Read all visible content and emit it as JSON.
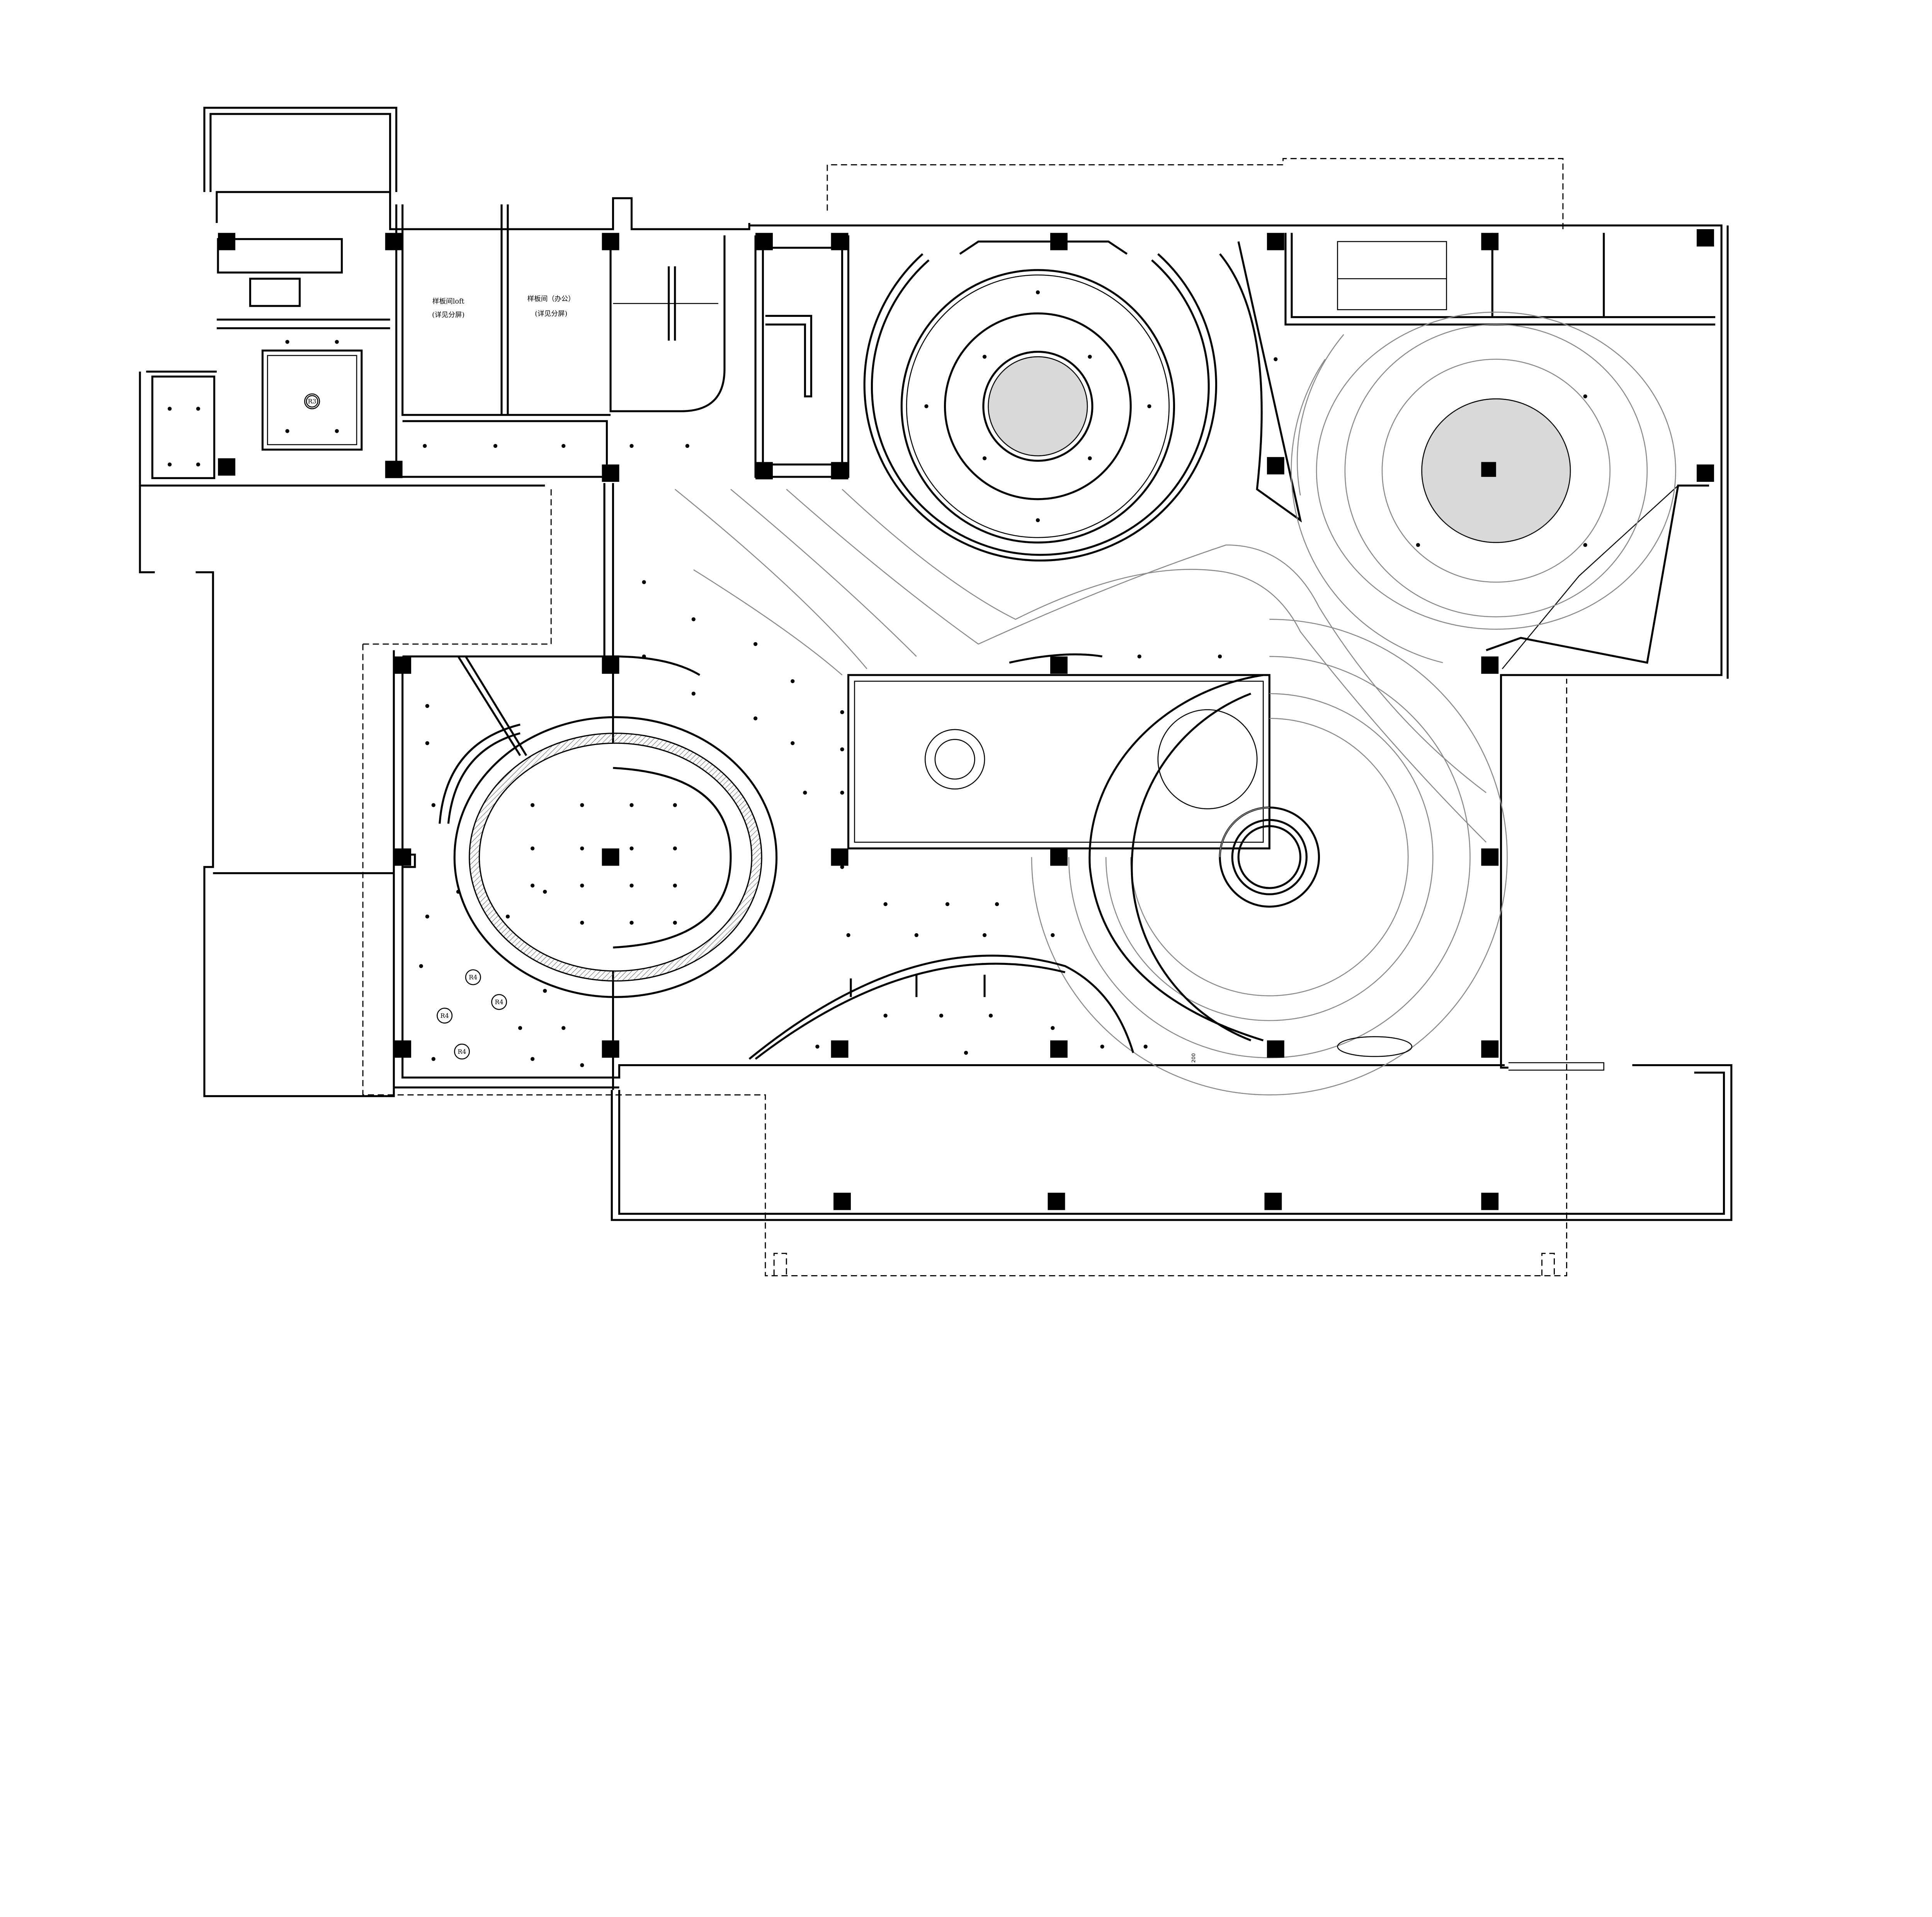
{
  "drawing": {
    "rooms": [
      {
        "name": "样板间loft",
        "note": "(详见分屏)"
      },
      {
        "name": "样板间（办公）",
        "note": "(详见分屏)"
      }
    ],
    "fixture_tags": {
      "r3": "R3",
      "r4": [
        "R4",
        "R4",
        "R4",
        "R4"
      ]
    },
    "dimension": "200",
    "colors": {
      "line": "#000000",
      "fill_gray": "#d9d9d9"
    }
  }
}
